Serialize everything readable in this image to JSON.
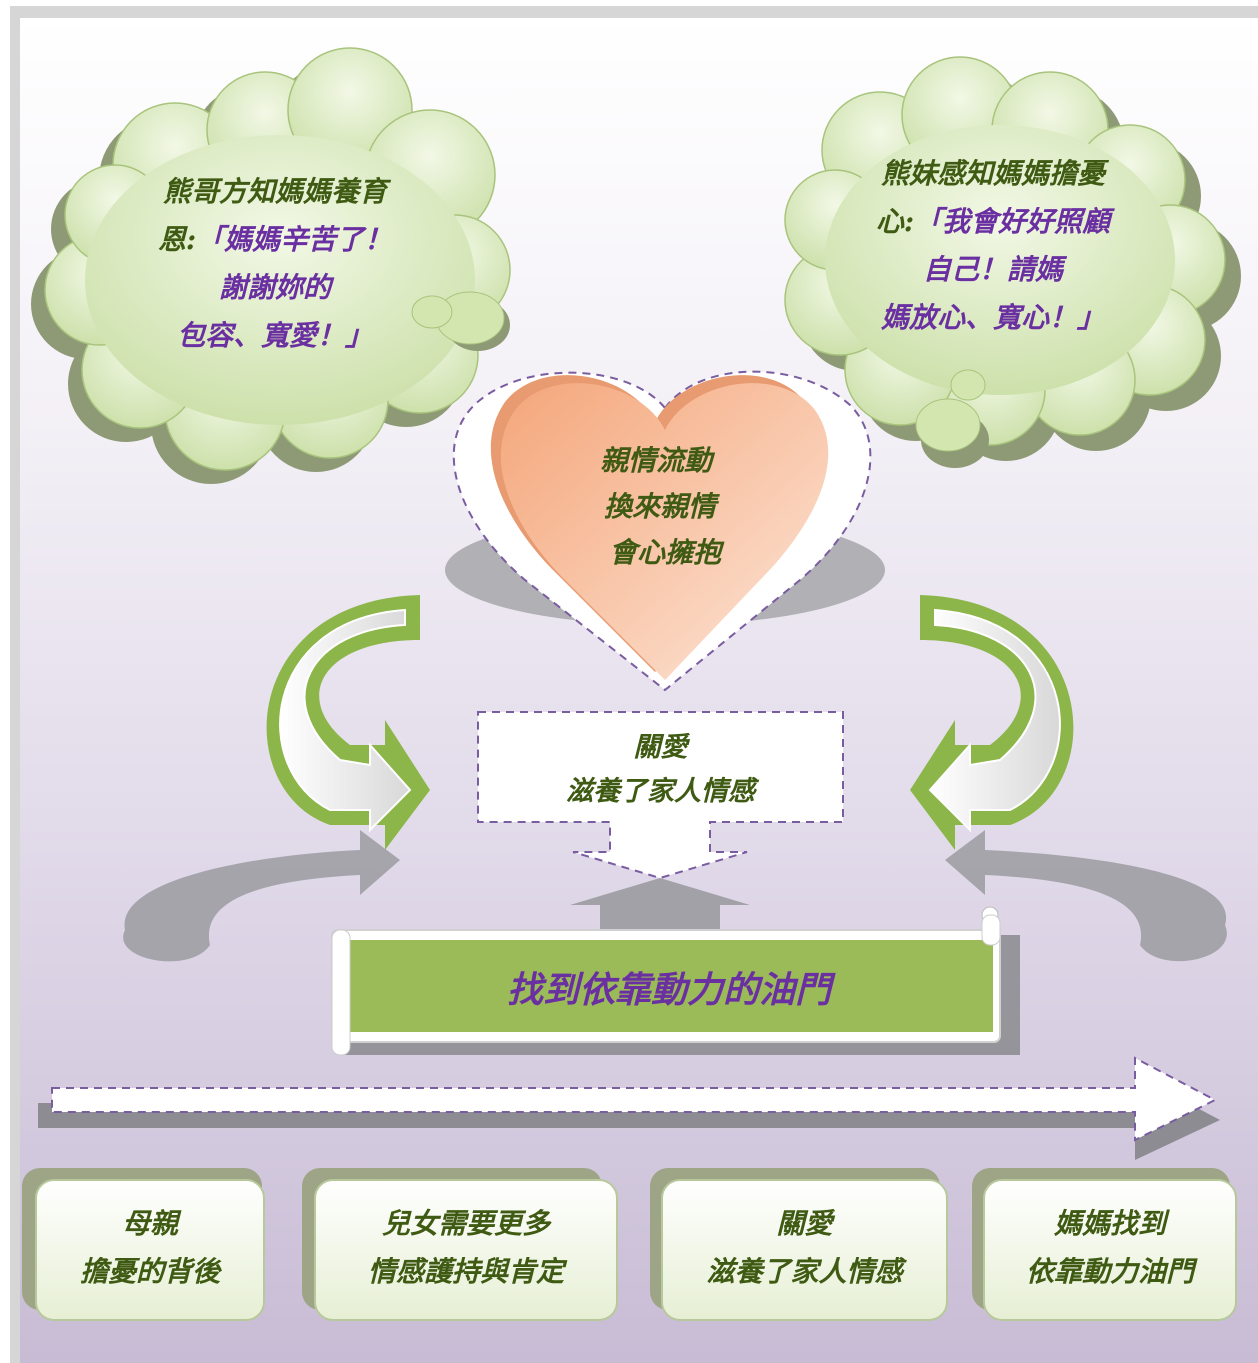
{
  "left_cloud": {
    "line1": "熊哥方知媽媽養育",
    "line2_prefix": "恩:",
    "line2_quote": "「媽媽辛苦了！",
    "line3": "謝謝妳的",
    "line4": "包容、寬愛！」"
  },
  "right_cloud": {
    "line1": "熊妹感知媽媽擔憂",
    "line2_prefix": "心:",
    "line2_quote": "「我會好好照顧",
    "line3": "自己！請媽",
    "line4": "媽放心、寬心！」"
  },
  "heart": {
    "lines": [
      "親情流動",
      "換來親情",
      "會心擁抱"
    ]
  },
  "center_box": {
    "lines": [
      "關愛",
      "滋養了家人情感"
    ]
  },
  "banner": {
    "text": "找到依靠動力的油門"
  },
  "cards": [
    {
      "line1": "母親",
      "line2": "擔憂的背後"
    },
    {
      "line1": "兒女需要更多",
      "line2": "情感護持與肯定"
    },
    {
      "line1": "關愛",
      "line2": "滋養了家人情感"
    },
    {
      "line1": "媽媽找到",
      "line2": "依靠動力油門"
    }
  ],
  "colors": {
    "cloud_fill": "#d8e8b8",
    "cloud_shadow": "#8e9a76",
    "heart_fill": "#f6bc98",
    "green_arrow": "#8cb54a",
    "banner_fill": "#9bbb59",
    "text_green": "#3f5a12",
    "text_purple": "#6a2fa0"
  }
}
